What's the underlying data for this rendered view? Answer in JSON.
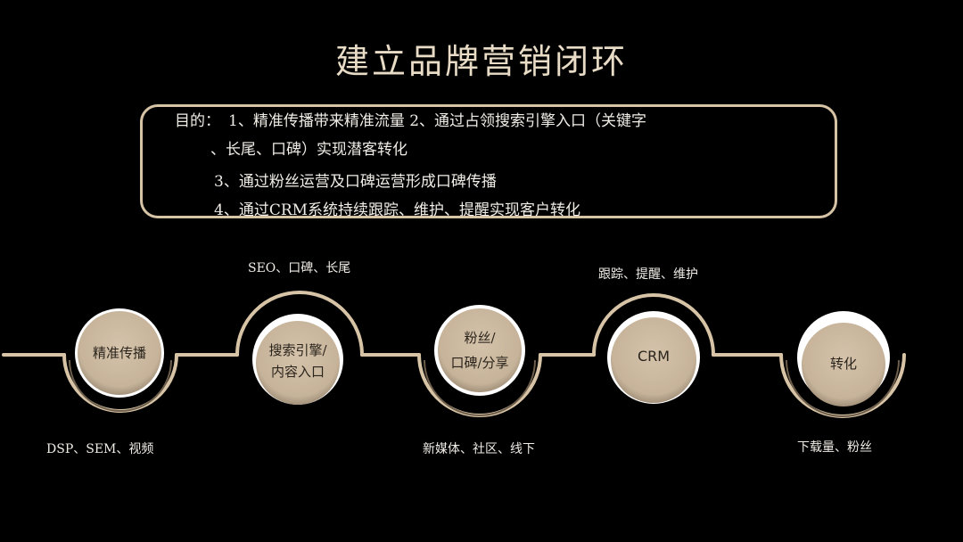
{
  "title": "建立品牌营销闭环",
  "goals": {
    "prefix": "目的：",
    "line1": "1、精准传播带来精准流量 2、通过占领搜索引擎入口（关键字",
    "line2": "、长尾、口碑）实现潜客转化",
    "line3": "3、通过粉丝运营及口碑运营形成口碑传播",
    "line4": "4、通过CRM系统持续跟踪、维护、提醒实现客户转化"
  },
  "colors": {
    "background": "#000000",
    "accent": "#d7c3a5",
    "node_fill": "#c9b7a0",
    "node_ring": "#ffffff"
  },
  "nodes": [
    {
      "label": "精准传播"
    },
    {
      "label_top": "搜索引擎/",
      "label_bottom": "内容入口"
    },
    {
      "label_top": "粉丝/",
      "label_bottom": "口碑/分享"
    },
    {
      "label": "CRM"
    },
    {
      "label": "转化"
    }
  ],
  "captions": {
    "above_2": "SEO、口碑、长尾",
    "above_4": "跟踪、提醒、维护",
    "below_1": "DSP、SEM、视频",
    "below_3": "新媒体、社区、线下",
    "below_5": "下载量、粉丝"
  }
}
